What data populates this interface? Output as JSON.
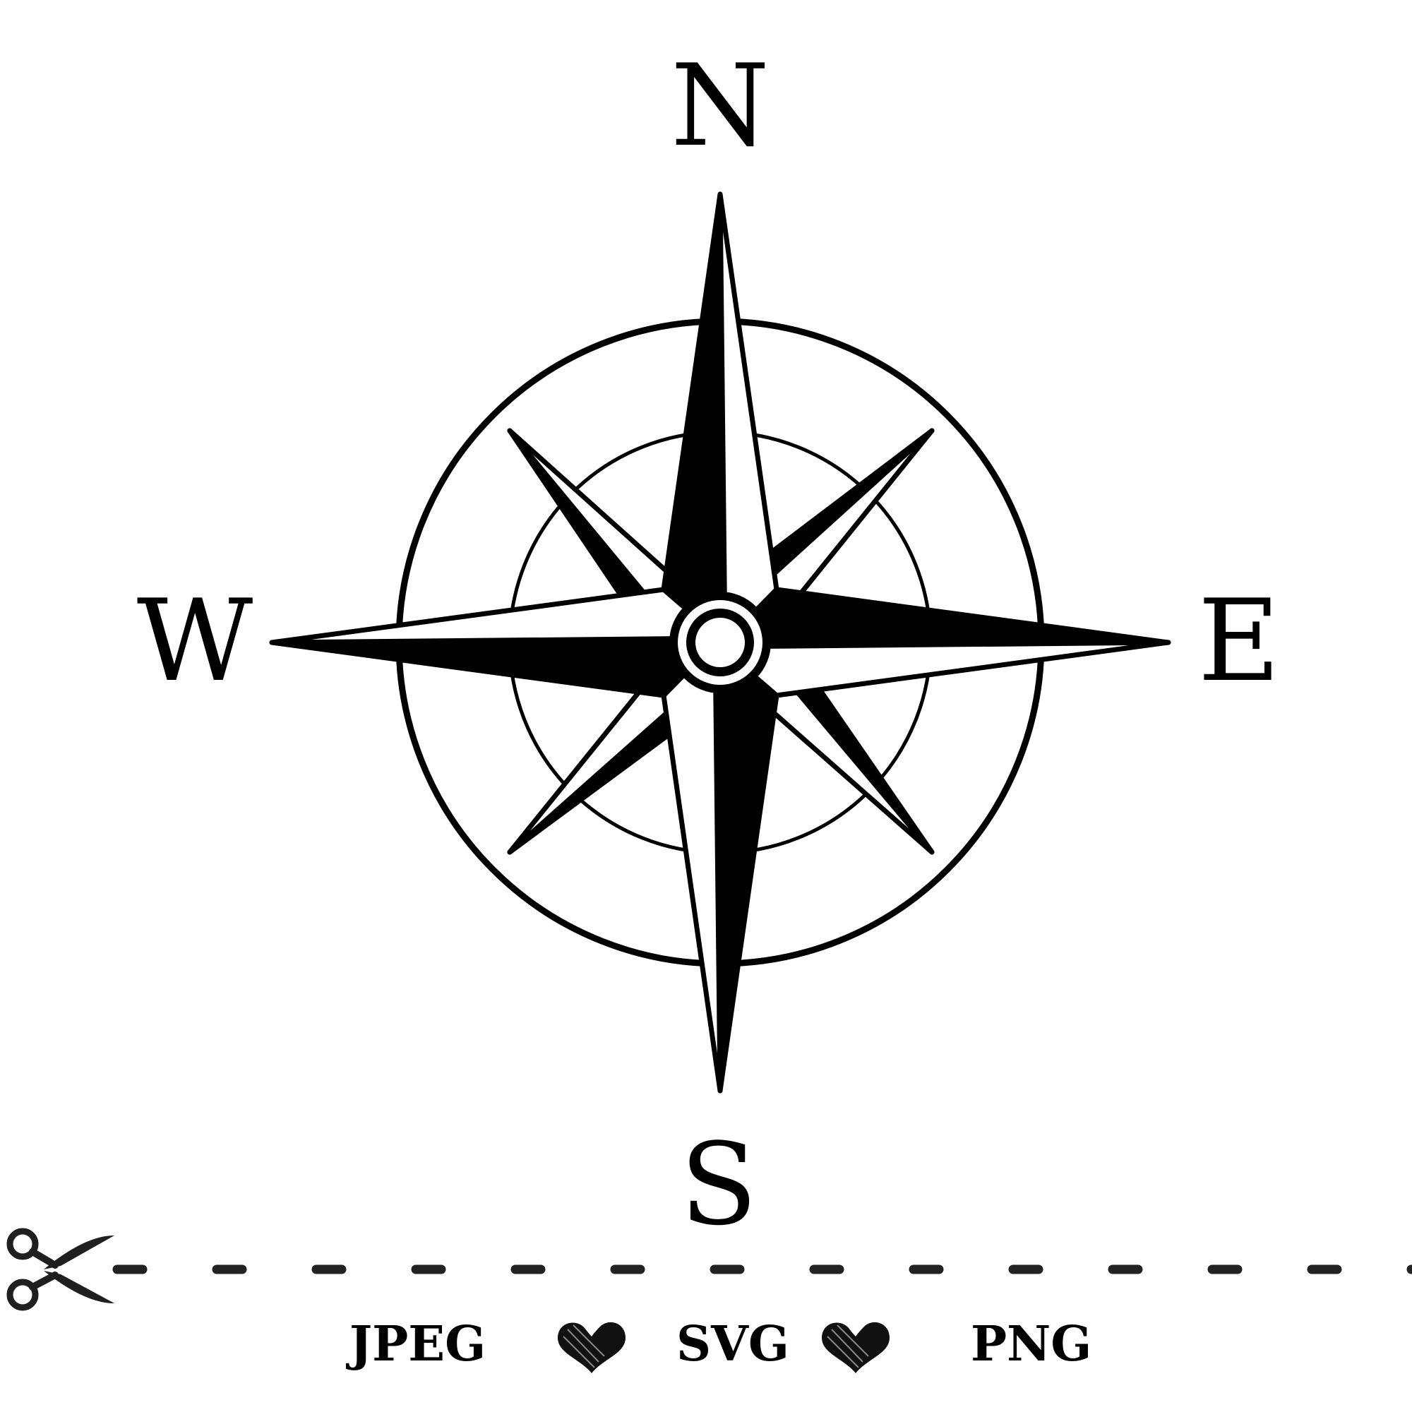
{
  "compass": {
    "north": "N",
    "east": "E",
    "south": "S",
    "west": "W",
    "rose_points": 8,
    "color": "#000000"
  },
  "cut_line": {
    "icon": "scissors-icon",
    "style": "dashed",
    "color": "#222222"
  },
  "formats": {
    "jpeg": "JPEG",
    "svg": "SVG",
    "png": "PNG",
    "separator_icon": "heart-icon"
  },
  "background": "#ffffff"
}
